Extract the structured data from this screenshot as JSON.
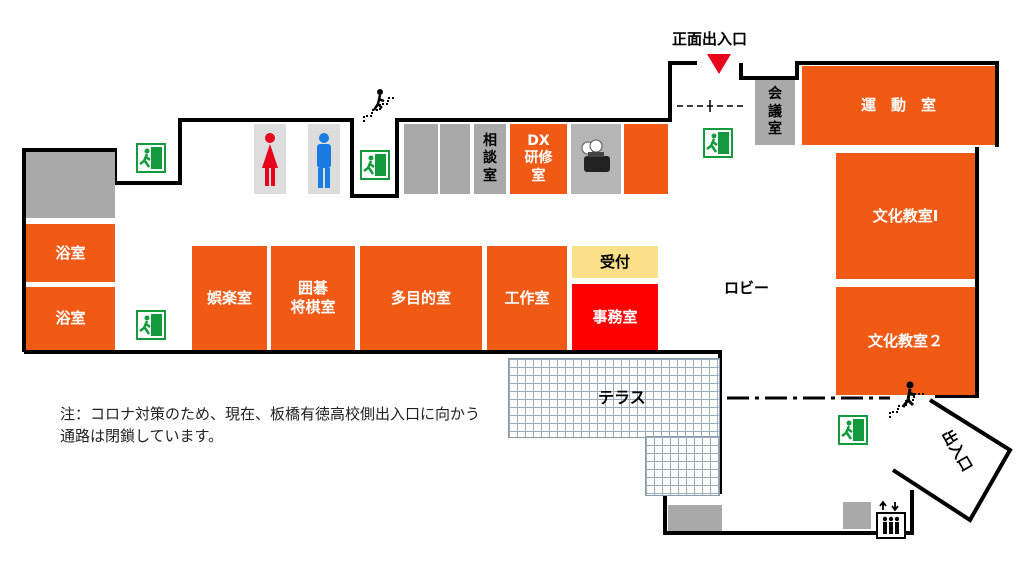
{
  "entrance_label": "正面出入口",
  "side_exit_label": "出入口",
  "lobby_label": "ロビー",
  "terrace_label": "テラス",
  "note": "注：コロナ対策のため、現在、板橋有徳高校側出入口に向かう通路は閉鎖しています。",
  "rooms": {
    "bath1": "浴室",
    "bath2": "浴室",
    "recreation": "娯楽室",
    "go_shogi": "囲碁\n将棋室",
    "multipurpose": "多目的室",
    "craft": "工作室",
    "office": "事務室",
    "reception": "受付",
    "consultation": "相\n談\n室",
    "dx_training": "DX\n研修\n室",
    "meeting": "会\n議\n室",
    "gym": "運　動　室",
    "culture1": "文化教室Ⅰ",
    "culture2": "文化教室２"
  },
  "icons": {
    "emergency_exit": "emergency-exit-icon",
    "stairs": "stairs-icon",
    "elevator": "elevator-icon",
    "restroom_female": "female-restroom-icon",
    "restroom_male": "male-restroom-icon",
    "kitchen": "kitchen-icon",
    "entrance_arrow": "entrance-arrow-icon"
  },
  "colors": {
    "room": "#f05a15",
    "office": "#ff0000",
    "reception": "#fbe08a",
    "storage": "#a9a9a9",
    "exit_green": "#129b3c",
    "female": "#e8001c",
    "male": "#1a7be0"
  }
}
